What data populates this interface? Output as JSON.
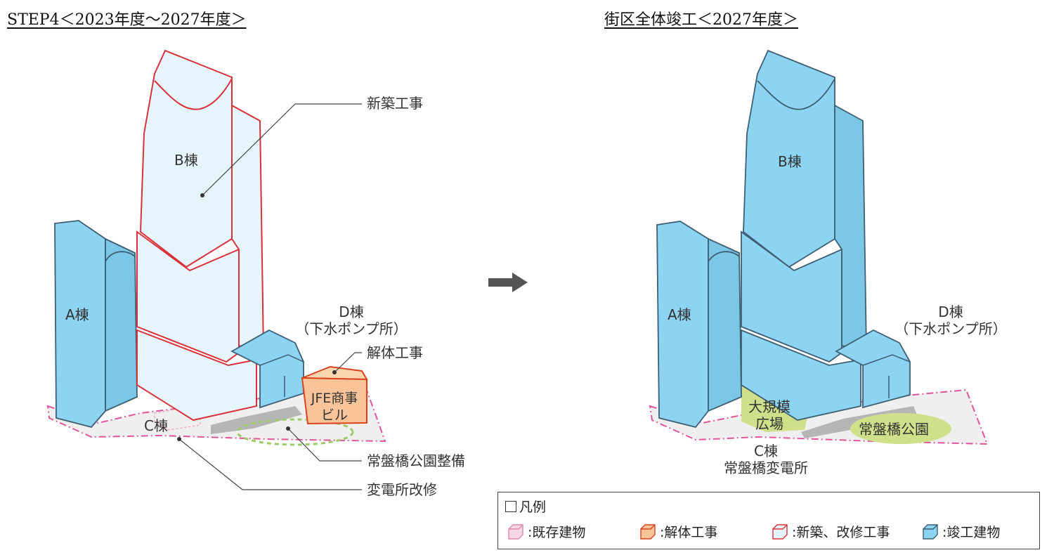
{
  "titles": {
    "left": "STEP4＜2023年度～2027年度＞",
    "right": "街区全体竣工＜2027年度＞"
  },
  "left_diagram": {
    "building_a": "A棟",
    "building_b": "B棟",
    "building_c": "C棟",
    "building_d": "D棟",
    "building_d_sub": "（下水ポンプ所）",
    "jfe_line1": "JFE商事",
    "jfe_line2": "ビル",
    "callouts": {
      "new_construction": "新築工事",
      "demolition": "解体工事",
      "park_development": "常盤橋公園整備",
      "substation_renovation": "変電所改修"
    }
  },
  "right_diagram": {
    "building_a": "A棟",
    "building_b": "B棟",
    "building_d": "D棟",
    "building_d_sub": "（下水ポンプ所）",
    "plaza_line1": "大規模",
    "plaza_line2": "広場",
    "park": "常盤橋公園",
    "building_c": "C棟",
    "building_c_sub": "常盤橋変電所"
  },
  "legend": {
    "title": "凡例",
    "items": [
      {
        "label": ":既存建物",
        "fill": "#f9d6e6",
        "stroke": "#d98ab0"
      },
      {
        "label": ":解体工事",
        "fill": "#f9c49a",
        "stroke": "#d9431e"
      },
      {
        "label": ":新築、改修工事",
        "fill": "#e6f4fc",
        "stroke": "#d9313a"
      },
      {
        "label": ":竣工建物",
        "fill": "#8dd3f2",
        "stroke": "#3d5f73"
      }
    ]
  },
  "colors": {
    "completed": "#8dd3f2",
    "new_construction_fill": "#e6f4fc",
    "new_construction_stroke": "#d9313a",
    "demolition_fill": "#f9c49a",
    "park_green": "#cfe08a",
    "site_boundary": "#e0559a"
  }
}
